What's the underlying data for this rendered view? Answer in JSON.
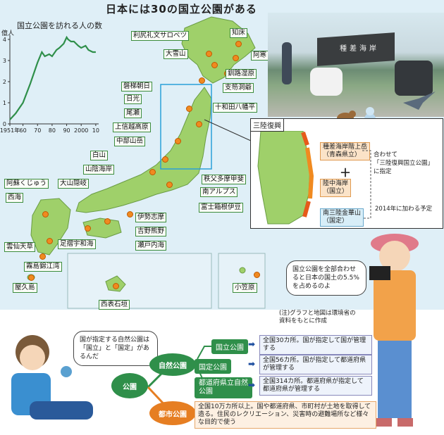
{
  "title": "日本には30の国立公園がある",
  "chart": {
    "title": "国立公園を訪れる人の数",
    "unit": "億人"
  },
  "chart_data": {
    "type": "line",
    "title": "国立公園を訪れる人の数",
    "ylabel": "億人",
    "x_ticks": [
      "1951年",
      "60",
      "70",
      "80",
      "90",
      "2000",
      "10"
    ],
    "y_ticks": [
      0,
      1,
      2,
      3,
      4
    ],
    "ylim": [
      0,
      4.2
    ],
    "xlim": [
      1951,
      2012
    ],
    "x": [
      1951,
      1955,
      1960,
      1965,
      1970,
      1973,
      1975,
      1978,
      1980,
      1983,
      1985,
      1988,
      1990,
      1991,
      1993,
      1995,
      1998,
      2000,
      2003,
      2005,
      2008,
      2010
    ],
    "values": [
      0.2,
      0.5,
      1.0,
      1.9,
      2.9,
      3.4,
      3.2,
      3.3,
      3.2,
      3.5,
      3.6,
      3.8,
      4.1,
      4.0,
      3.9,
      3.9,
      3.7,
      3.6,
      3.7,
      3.5,
      3.4,
      3.4
    ]
  },
  "parks": [
    "利尻礼文サロベツ",
    "知床",
    "大雪山",
    "阿寒",
    "釧路湿原",
    "支笏洞爺",
    "磐梯朝日",
    "十和田八幡平",
    "日光",
    "尾瀬",
    "上信越高原",
    "中部山岳",
    "白山",
    "山陰海岸",
    "大山隠岐",
    "阿蘇くじゅう",
    "西海",
    "秩父多摩甲斐",
    "南アルプス",
    "富士箱根伊豆",
    "伊勢志摩",
    "吉野熊野",
    "足摺宇和海",
    "瀬戸内海",
    "雲仙天草",
    "霧島錦江湾",
    "屋久島",
    "西表石垣",
    "小笠原"
  ],
  "inset": {
    "label": "三陸復興",
    "box1": "種差海岸階上岳\n（青森県立）",
    "plus": "＋",
    "box2": "陸中海岸\n（国立）",
    "box3": "南三陸金華山\n（国定）",
    "merge": "合わせて\n「三陸復興国立公園」\nに指定",
    "year": "2014年に加わる予定"
  },
  "monument_text": "種差海岸",
  "girl_bubble": "国立公園を全部合わせると日本の国土の5.5%を占めるのよ",
  "source_note": "(注)グラフと地図は環境省の資料をもとに作成",
  "boy_bubble": "国が指定する自然公園は「国立」と「国定」があるんだ",
  "diagram": {
    "root": "公園",
    "natural": "自然公園",
    "urban": "都市公園",
    "kokuritsu": "国立公園",
    "kokutei": "国定公園",
    "prefectural": "都道府県立自然公園",
    "desc_kokuritsu": "全国30カ所。国が指定して国が管理する",
    "desc_kokutei": "全国56カ所。国が指定して都道府県が管理する",
    "desc_prefectural": "全国314カ所。都道府県が指定して都道府県が管理する",
    "desc_urban": "全国10万カ所以上。国や都道府県、市町村が土地を取得して造る。住民のレクリエーション、災害時の避難場所など様々な目的で使う"
  },
  "colors": {
    "land": "#9fd06a",
    "sea": "#dfeff7",
    "park_dot": "#f08a20",
    "green_button": "#2f8f4a",
    "urban_orange": "#e67e22",
    "diagram_blue": "#1f4fa0"
  }
}
